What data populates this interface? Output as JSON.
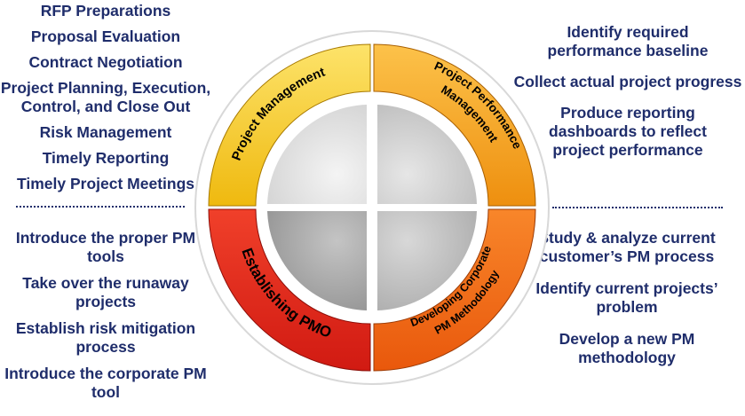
{
  "left_top_items": {
    "i0": "RFP Preparations",
    "i1": "Proposal Evaluation",
    "i2": "Contract Negotiation",
    "i3a": "Project Planning, Execution,",
    "i3b": "Control, and Close Out",
    "i4": "Risk Management",
    "i5": "Timely Reporting",
    "i6": "Timely Project Meetings"
  },
  "left_bottom_items": {
    "i0a": "Introduce the proper PM",
    "i0b": "tools",
    "i1a": "Take over the runaway",
    "i1b": "projects",
    "i2a": "Establish risk mitigation",
    "i2b": "process",
    "i3a": "Introduce the corporate PM",
    "i3b": "tool"
  },
  "right_top_items": {
    "i0a": "Identify required",
    "i0b": "performance baseline",
    "i1": "Collect actual project progress",
    "i2a": "Produce reporting",
    "i2b": "dashboards to reflect",
    "i2c": "project performance"
  },
  "right_bottom_items": {
    "i0a": "Study & analyze current",
    "i0b": "customer’s PM process",
    "i1a": "Identify current projects’",
    "i1b": "problem",
    "i2a": "Develop a new PM",
    "i2b": "methodology"
  },
  "wheel": {
    "top_left": "Project Management",
    "top_right_line1": "Project Performance",
    "top_right_line2": "Management",
    "bottom_left": "Establishing PMO",
    "bottom_right_line1": "Developing Corporate",
    "bottom_right_line2": "PM Methodology"
  },
  "colors": {
    "text": "#1f2d6b",
    "segment_top_left": "#f7d21f",
    "segment_top_right": "#f5a81c",
    "segment_bottom_left": "#e8231d",
    "segment_bottom_right": "#f26d14",
    "inner_gray": "#bdbdbd"
  }
}
